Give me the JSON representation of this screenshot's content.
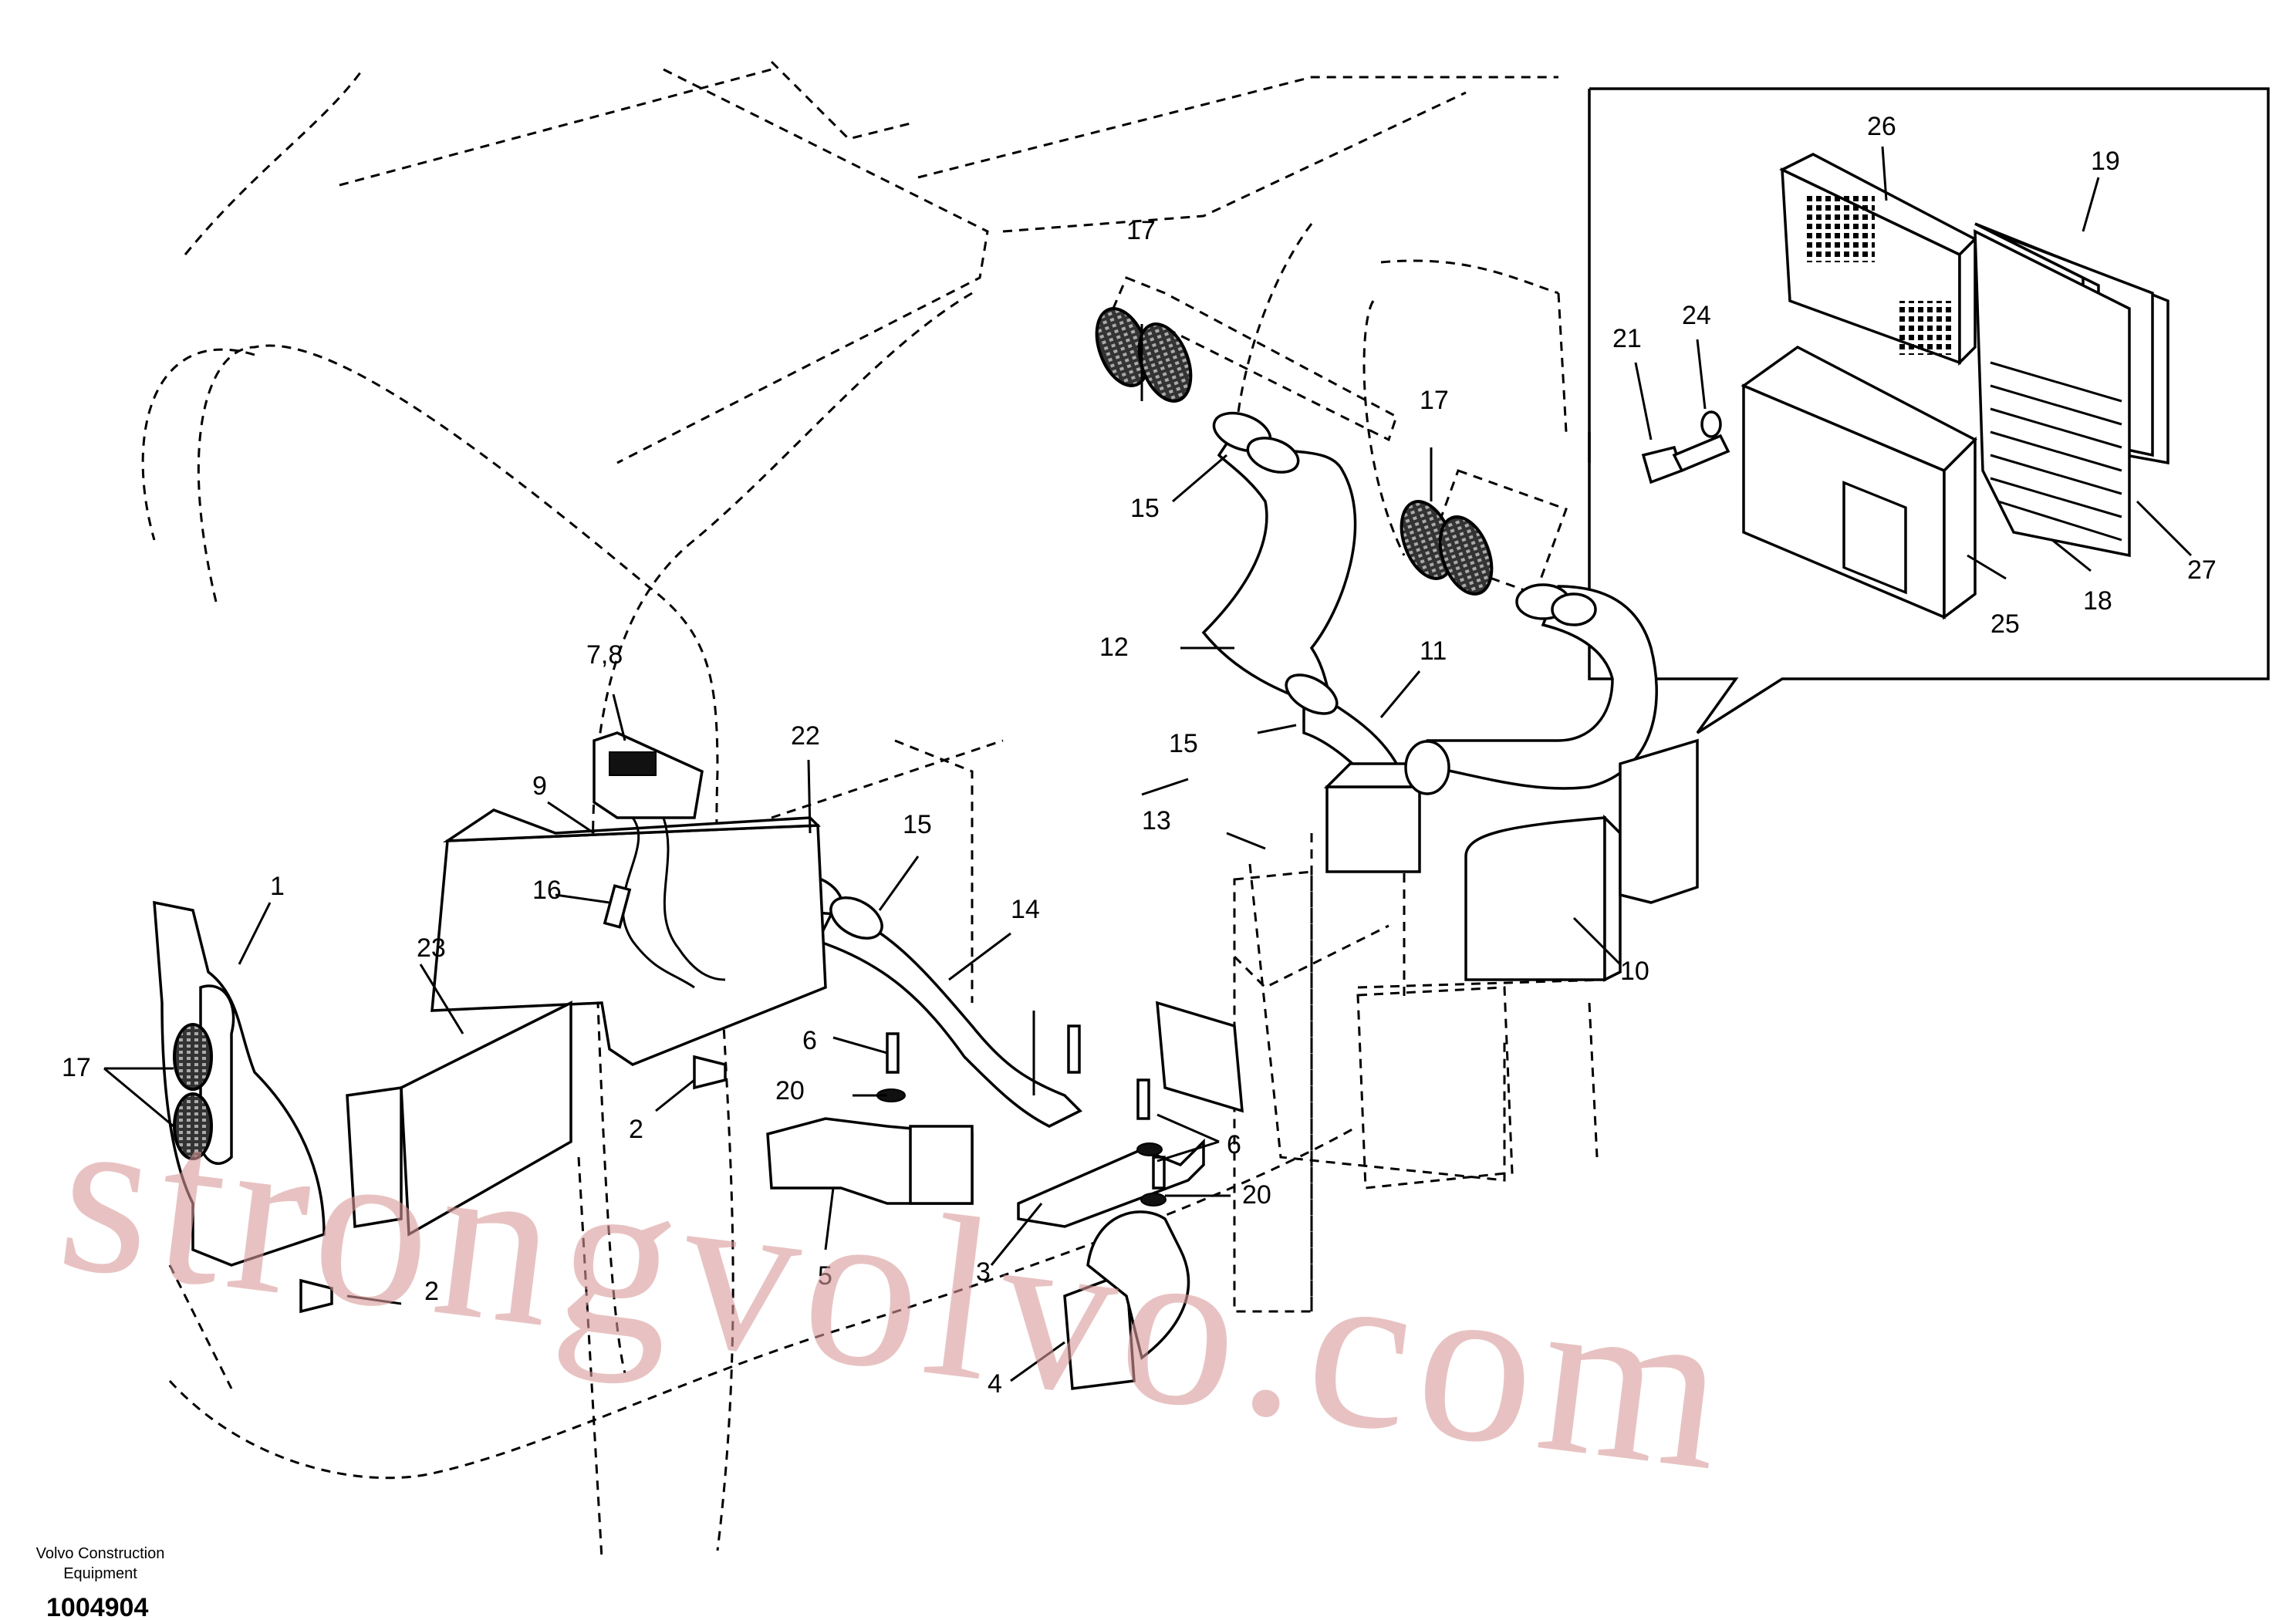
{
  "footer": {
    "company_line1": "Volvo Construction",
    "company_line2": "Equipment",
    "drawing_number": "1004904"
  },
  "watermark": "strongvolvo.com",
  "callouts": {
    "c1": "1",
    "c2a": "2",
    "c2b": "2",
    "c3": "3",
    "c4": "4",
    "c5": "5",
    "c6a": "6",
    "c6b": "6",
    "c78": "7,8",
    "c9": "9",
    "c10": "10",
    "c11": "11",
    "c12": "12",
    "c13": "13",
    "c14": "14",
    "c15a": "15",
    "c15b": "15",
    "c15c": "15",
    "c16": "16",
    "c17a": "17",
    "c17b": "17",
    "c17c": "17",
    "c18": "18",
    "c19": "19",
    "c20a": "20",
    "c20b": "20",
    "c21": "21",
    "c22": "22",
    "c23": "23",
    "c24": "24",
    "c25": "25",
    "c26": "26",
    "c27": "27"
  }
}
